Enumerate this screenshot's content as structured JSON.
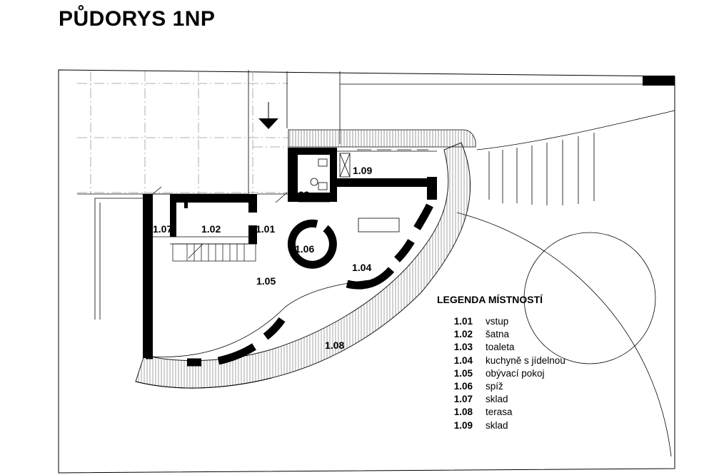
{
  "title": "PŮDORYS 1NP",
  "rooms": [
    {
      "id": "1.01",
      "name": "vstup"
    },
    {
      "id": "1.02",
      "name": "šatna"
    },
    {
      "id": "1.03",
      "name": "toaleta",
      "plan_label": ".03"
    },
    {
      "id": "1.04",
      "name": "kuchyně s jídelnou"
    },
    {
      "id": "1.05",
      "name": "obývací pokoj"
    },
    {
      "id": "1.06",
      "name": "spíž"
    },
    {
      "id": "1.07",
      "name": "sklad"
    },
    {
      "id": "1.08",
      "name": "terasa"
    },
    {
      "id": "1.09",
      "name": "sklad"
    }
  ],
  "legend": {
    "title": "LEGENDA MÍSTNOSTÍ"
  },
  "colors": {
    "wall": "#000000",
    "line": "#000000",
    "hatch": "#555555",
    "background": "#ffffff"
  }
}
